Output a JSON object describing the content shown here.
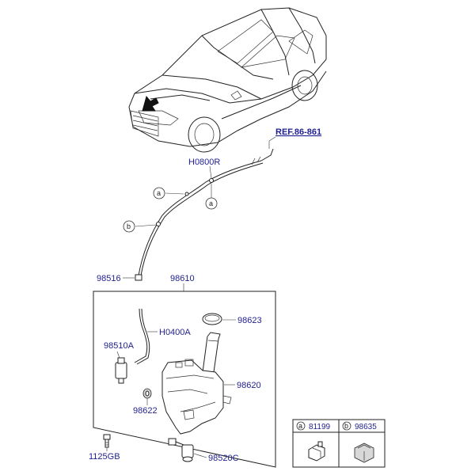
{
  "ref_label": "REF.86-861",
  "labels": {
    "hose_upper": "H0800R",
    "grommet": "98516",
    "reservoir_assy": "98610",
    "cap": "98623",
    "hose_lower": "H0400A",
    "pump_front": "98510A",
    "reservoir": "98620",
    "seal": "98622",
    "bolt": "1125GB",
    "pump_rear": "98520C"
  },
  "callouts": {
    "a": "a",
    "b": "b"
  },
  "legend": {
    "a": {
      "letter": "a",
      "part": "81199"
    },
    "b": {
      "letter": "b",
      "part": "98635"
    }
  }
}
